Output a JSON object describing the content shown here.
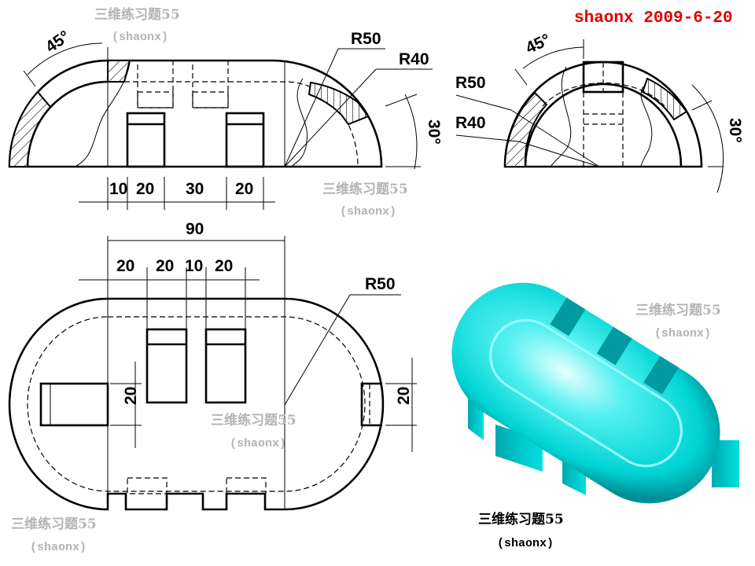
{
  "signature": "shaonx 2009-6-20",
  "watermarks": [
    {
      "title": "三维练习题55",
      "author": "(shaonx)"
    },
    {
      "title": "三维练习题55",
      "author": "(shaonx)"
    },
    {
      "title": "三维练习题55",
      "author": "(shaonx)"
    },
    {
      "title": "三维练习题55",
      "author": "(shaonx)"
    },
    {
      "title": "三维练习题55",
      "author": "(shaonx)"
    }
  ],
  "caption": {
    "title": "三维练习题55",
    "author": "(shaonx)"
  },
  "front_view": {
    "angle_left": "45°",
    "angle_right": "30°",
    "radius_outer": "R50",
    "radius_inner": "R40",
    "dims": [
      "10",
      "20",
      "30",
      "20"
    ]
  },
  "side_view": {
    "angle_top": "45°",
    "angle_right": "30°",
    "radius_outer": "R50",
    "radius_inner": "R40"
  },
  "top_view": {
    "overall": "90",
    "dims": [
      "20",
      "20",
      "10",
      "20"
    ],
    "radius": "R50",
    "slot_left": "20",
    "slot_right": "20"
  },
  "colors": {
    "signature": "#e00000",
    "watermark": "#b4b4b4",
    "model": "#00e5e5"
  }
}
